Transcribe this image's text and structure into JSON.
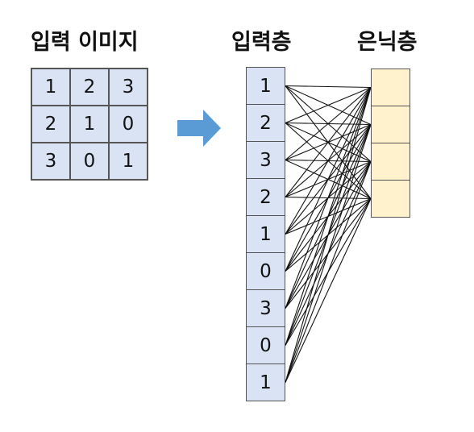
{
  "titles": {
    "input_image": "입력 이미지",
    "input_layer": "입력층",
    "hidden_layer": "은닉층"
  },
  "image_grid": [
    [
      "1",
      "2",
      "3"
    ],
    [
      "2",
      "1",
      "0"
    ],
    [
      "3",
      "0",
      "1"
    ]
  ],
  "input_layer_values": [
    "1",
    "2",
    "3",
    "2",
    "1",
    "0",
    "3",
    "0",
    "1"
  ],
  "hidden_layer_count": 4,
  "colors": {
    "input_cell": "#dae3f3",
    "hidden_cell": "#fff2cc",
    "arrow": "#5b9bd5",
    "border": "#555555"
  }
}
